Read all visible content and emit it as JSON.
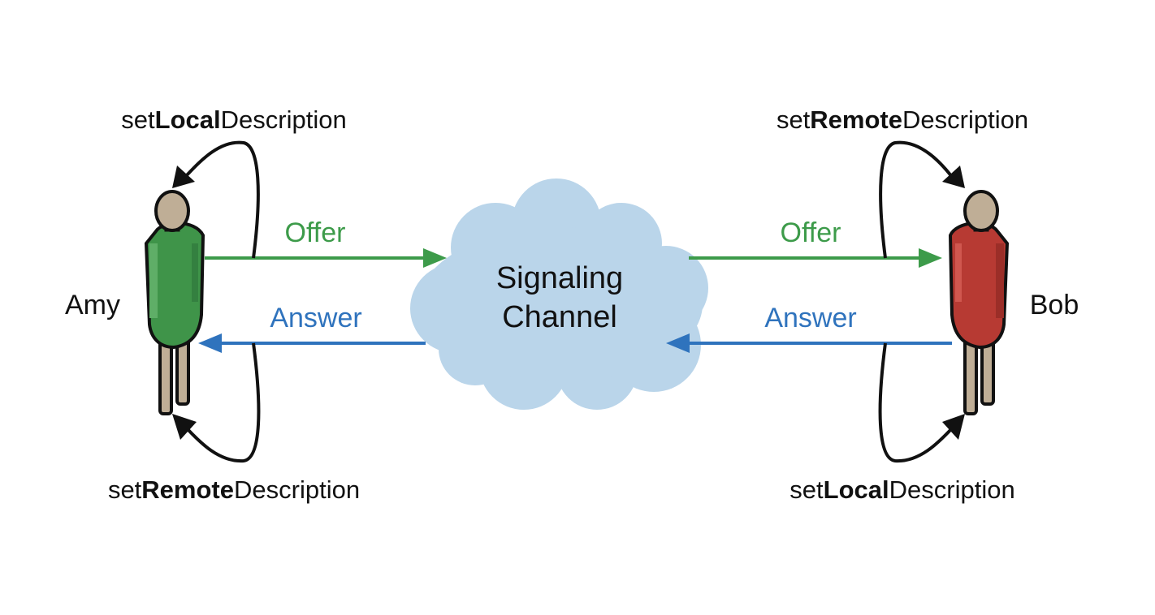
{
  "colors": {
    "offer": "#3d9b4a",
    "answer": "#2f73bd",
    "cloud": "#bad5ea",
    "amy_body": "#3f9449",
    "bob_body": "#b73a33",
    "skin": "#bfae96",
    "outline": "#111111"
  },
  "cloud": {
    "line1": "Signaling",
    "line2": "Channel"
  },
  "amy": {
    "name": "Amy",
    "top_loop": {
      "prefix": "set",
      "bold": "Local",
      "suffix": "Description"
    },
    "bottom_loop": {
      "prefix": "set",
      "bold": "Remote",
      "suffix": "Description"
    }
  },
  "bob": {
    "name": "Bob",
    "top_loop": {
      "prefix": "set",
      "bold": "Remote",
      "suffix": "Description"
    },
    "bottom_loop": {
      "prefix": "set",
      "bold": "Local",
      "suffix": "Description"
    }
  },
  "arrows": {
    "offer_left": "Offer",
    "answer_left": "Answer",
    "offer_right": "Offer",
    "answer_right": "Answer"
  }
}
